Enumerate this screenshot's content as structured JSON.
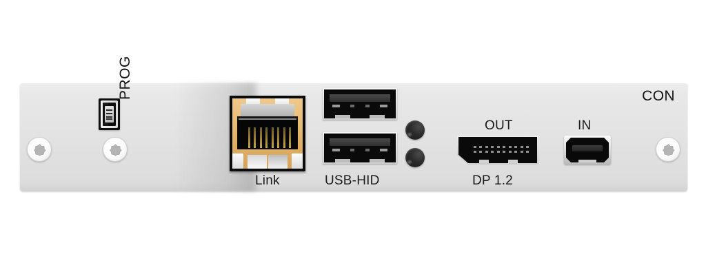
{
  "device": {
    "unit_label": "CON",
    "panel_color": "#e2e2e2",
    "background_color": "#ffffff"
  },
  "labels": {
    "prog": "PROG",
    "link": "Link",
    "usb_hid": "USB-HID",
    "dp_out": "OUT",
    "dp_in": "IN",
    "dp_version": "DP 1.2",
    "con": "CON"
  },
  "ports": [
    {
      "name": "prog-port",
      "type": "mini-usb",
      "label": "PROG",
      "orientation": "vertical"
    },
    {
      "name": "link-port",
      "type": "rj45",
      "label": "Link",
      "shell_color": "#e8bd77"
    },
    {
      "name": "usb-hid-port-top",
      "type": "usb-a",
      "label": "USB-HID"
    },
    {
      "name": "usb-hid-port-bottom",
      "type": "usb-a",
      "label": "USB-HID"
    },
    {
      "name": "displayport-out",
      "type": "displayport",
      "label": "OUT",
      "spec": "DP 1.2"
    },
    {
      "name": "displayport-in",
      "type": "mini-displayport",
      "label": "IN"
    }
  ],
  "indicators": [
    {
      "name": "led-top",
      "color": "#1d1d1d",
      "state": "off"
    },
    {
      "name": "led-bottom",
      "color": "#1d1d1d",
      "state": "off"
    }
  ],
  "fasteners": [
    {
      "name": "screw-far-left",
      "type": "torx"
    },
    {
      "name": "screw-left",
      "type": "torx"
    },
    {
      "name": "screw-right",
      "type": "torx"
    }
  ]
}
